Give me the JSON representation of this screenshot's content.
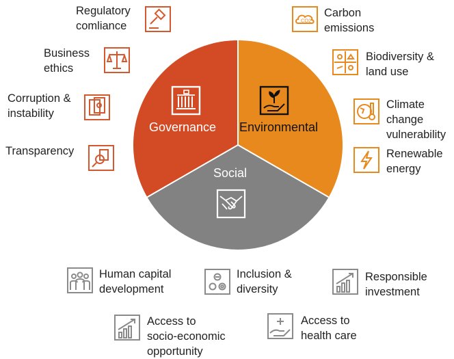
{
  "colors": {
    "governance": "#d24b24",
    "environmental": "#e8891e",
    "social": "#828282",
    "governance_icon": "#d4582e",
    "environmental_icon": "#e8891e",
    "social_icon": "#8a8a8a",
    "text": "#222222"
  },
  "pie": {
    "segments": [
      {
        "label": "Governance",
        "share": 0.333,
        "color_key": "governance"
      },
      {
        "label": "Environmental",
        "share": 0.333,
        "color_key": "environmental"
      },
      {
        "label": "Social",
        "share": 0.334,
        "color_key": "social"
      }
    ]
  },
  "governance_items": [
    {
      "label": "Regulatory\ncomliance",
      "icon": "gavel-icon"
    },
    {
      "label": "Business\nethics",
      "icon": "scales-icon"
    },
    {
      "label": "Corruption &\ninstability",
      "icon": "money-icon"
    },
    {
      "label": "Transparency",
      "icon": "magnify-document-icon"
    }
  ],
  "environmental_items": [
    {
      "label": "Carbon\nemissions",
      "icon": "co2-cloud-icon"
    },
    {
      "label": "Biodiversity &\nland use",
      "icon": "biodiversity-icon"
    },
    {
      "label": "Climate\nchange\nvulnerability",
      "icon": "globe-thermometer-icon"
    },
    {
      "label": "Renewable\nenergy",
      "icon": "lightning-icon"
    }
  ],
  "social_items": [
    {
      "label": "Human capital\ndevelopment",
      "icon": "people-icon"
    },
    {
      "label": "Inclusion &\ndiversity",
      "icon": "circles-icon"
    },
    {
      "label": "Responsible\ninvestment",
      "icon": "growth-chart-icon"
    },
    {
      "label": "Access to\nsocio-economic\nopportunity",
      "icon": "growth-chart-icon"
    },
    {
      "label": "Access to\nhealth care",
      "icon": "medical-hand-icon"
    }
  ]
}
